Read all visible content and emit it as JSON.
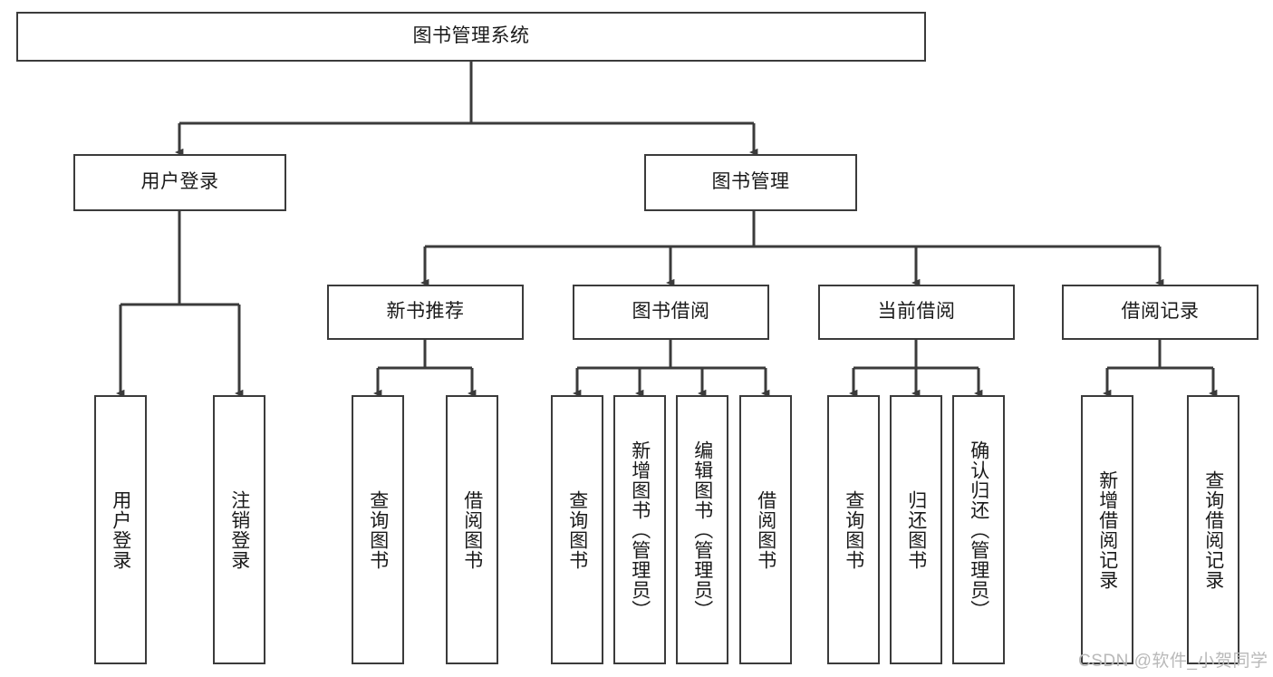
{
  "diagram": {
    "type": "tree",
    "title": "图书管理系统",
    "watermark": "CSDN @软件_小贺同学",
    "theme": {
      "background": "#ffffff",
      "node_fill": "#ffffff",
      "node_stroke": "#3b3b3b",
      "edge_stroke": "#3b3b3b",
      "text_color": "#1a1a1a",
      "watermark_color": "#b9b9b9"
    },
    "nodes": {
      "root": {
        "label": "图书管理系统"
      },
      "level2": [
        {
          "id": "user-login",
          "label": "用户登录"
        },
        {
          "id": "book-manage",
          "label": "图书管理"
        }
      ],
      "level3": [
        {
          "id": "new-book-recommend",
          "label": "新书推荐"
        },
        {
          "id": "book-borrow",
          "label": "图书借阅"
        },
        {
          "id": "current-borrow",
          "label": "当前借阅"
        },
        {
          "id": "borrow-record",
          "label": "借阅记录"
        }
      ],
      "leaves": [
        {
          "id": "leaf-user-login",
          "label": "用户登录",
          "parent": "user-login"
        },
        {
          "id": "leaf-logout-login",
          "label": "注销登录",
          "parent": "user-login"
        },
        {
          "id": "leaf-query-book-1",
          "label": "查询图书",
          "parent": "new-book-recommend"
        },
        {
          "id": "leaf-borrow-book-1",
          "label": "借阅图书",
          "parent": "new-book-recommend"
        },
        {
          "id": "leaf-query-book-2",
          "label": "查询图书",
          "parent": "book-borrow"
        },
        {
          "id": "leaf-add-book",
          "label": "新增图书（管理员）",
          "parent": "book-borrow"
        },
        {
          "id": "leaf-edit-book",
          "label": "编辑图书（管理员）",
          "parent": "book-borrow"
        },
        {
          "id": "leaf-borrow-book-2",
          "label": "借阅图书",
          "parent": "book-borrow"
        },
        {
          "id": "leaf-query-book-3",
          "label": "查询图书",
          "parent": "current-borrow"
        },
        {
          "id": "leaf-return-book",
          "label": "归还图书",
          "parent": "current-borrow"
        },
        {
          "id": "leaf-confirm-return",
          "label": "确认归还（管理员）",
          "parent": "current-borrow"
        },
        {
          "id": "leaf-add-record",
          "label": "新增借阅记录",
          "parent": "borrow-record"
        },
        {
          "id": "leaf-query-record",
          "label": "查询借阅记录",
          "parent": "borrow-record"
        }
      ]
    }
  }
}
